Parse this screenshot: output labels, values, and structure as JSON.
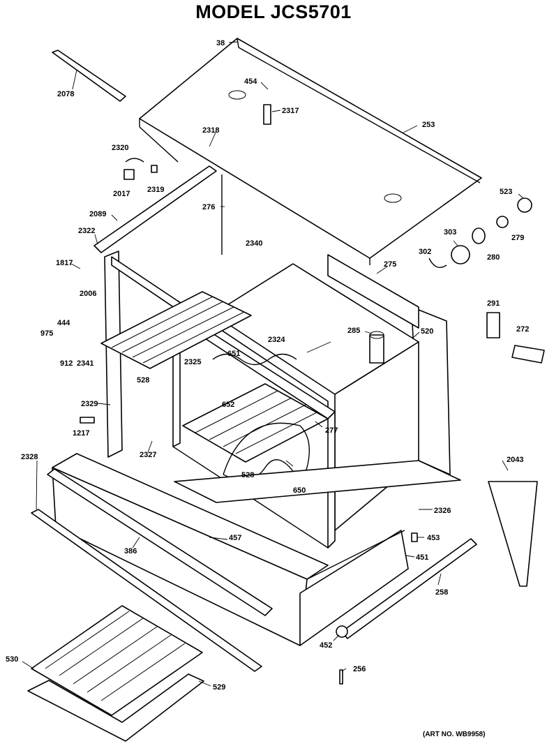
{
  "title": "MODEL JCS5701",
  "art_number": "(ART NO. WB9958)",
  "callouts": {
    "p38": "38",
    "p454": "454",
    "p2317": "2317",
    "p253": "253",
    "p2078": "2078",
    "p2318": "2318",
    "p2320": "2320",
    "p2017": "2017",
    "p2319": "2319",
    "p276": "276",
    "p523": "523",
    "p303": "303",
    "p279": "279",
    "p280": "280",
    "p302": "302",
    "p2089": "2089",
    "p2322": "2322",
    "p2340": "2340",
    "p275": "275",
    "p1817": "1817",
    "p2006": "2006",
    "p291": "291",
    "p272": "272",
    "p444": "444",
    "p975": "975",
    "p285": "285",
    "p520": "520",
    "p912": "912",
    "p2341": "2341",
    "p2324": "2324",
    "p651": "651",
    "p2325": "2325",
    "p528a": "528",
    "p2329": "2329",
    "p652": "652",
    "p277": "277",
    "p1217": "1217",
    "p528b": "528",
    "p2327": "2327",
    "p2043": "2043",
    "p2328": "2328",
    "p650": "650",
    "p2326": "2326",
    "p457": "457",
    "p453": "453",
    "p386": "386",
    "p451": "451",
    "p258": "258",
    "p452": "452",
    "p530": "530",
    "p256": "256",
    "p529": "529"
  }
}
